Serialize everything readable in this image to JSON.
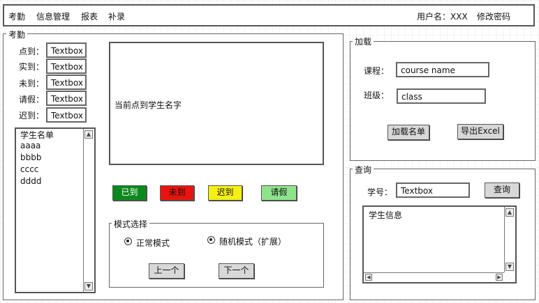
{
  "nav": {
    "items": [
      "考勤",
      "信息管理",
      "报表",
      "补录"
    ],
    "username_label": "用户名：XXX",
    "change_password": "修改密码"
  },
  "attendance": {
    "title": "考勤",
    "stats": [
      {
        "label": "点到：",
        "value": "Textbox"
      },
      {
        "label": "实到：",
        "value": "Textbox"
      },
      {
        "label": "未到：",
        "value": "Textbox"
      },
      {
        "label": "请假：",
        "value": "Textbox"
      },
      {
        "label": "迟到：",
        "value": "Textbox"
      }
    ],
    "student_list": {
      "header": "学生名单",
      "items": [
        "aaaa",
        "bbbb",
        "cccc",
        "dddd"
      ]
    },
    "current_student": "当前点到学生名字",
    "buttons": {
      "present": {
        "label": "已到",
        "color": "#0a8a1c"
      },
      "absent": {
        "label": "未到",
        "color": "#e8140f"
      },
      "late": {
        "label": "迟到",
        "color": "#f5ef13"
      },
      "leave": {
        "label": "请假",
        "color": "#8ee48a"
      }
    },
    "mode": {
      "title": "模式选择",
      "normal": "正常模式",
      "random": "随机模式（扩展）",
      "prev": "上一个",
      "next": "下一个"
    }
  },
  "load": {
    "title": "加载",
    "course_label": "课程：",
    "course_value": "course name",
    "class_label": "班级：",
    "class_value": "class",
    "load_button": "加载名单",
    "export_button": "导出Excel"
  },
  "query": {
    "title": "查询",
    "id_label": "学号：",
    "id_value": "Textbox",
    "query_button": "查询",
    "info_header": "学生信息"
  }
}
